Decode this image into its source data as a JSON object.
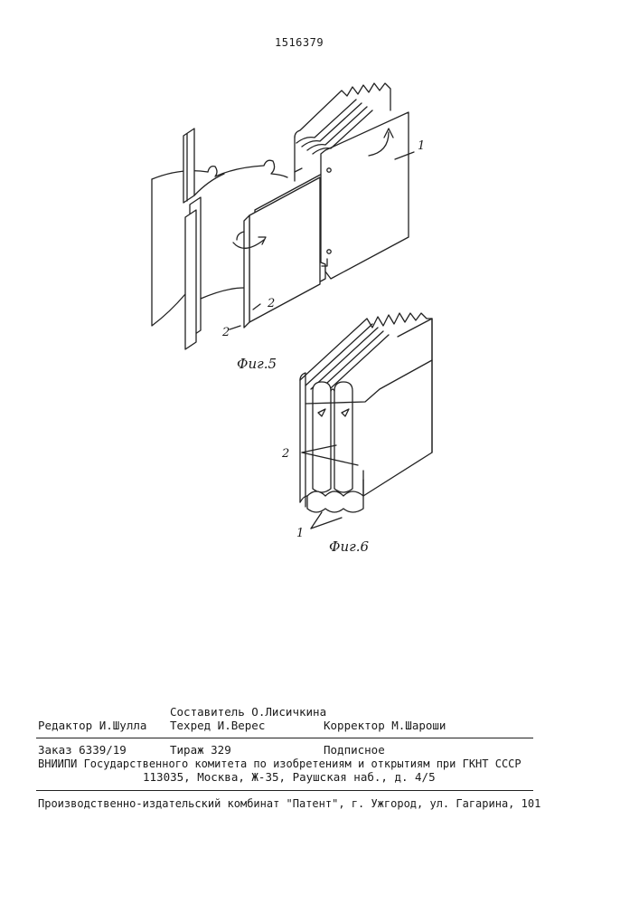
{
  "patent_number": "1516379",
  "figures": [
    {
      "caption": "Фиг.5",
      "labels": [
        "1",
        "2",
        "2"
      ]
    },
    {
      "caption": "Фиг.6",
      "labels": [
        "2",
        "1"
      ]
    }
  ],
  "colophon": {
    "compiler": "Составитель О.Лисичкина",
    "editor": "Редактор И.Шулла",
    "techred": "Техред И.Верес",
    "corrector": "Корректор М.Шароши",
    "order": "Заказ 6339/19",
    "circulation": "Тираж 329",
    "subscription": "Подписное",
    "institute": "ВНИИПИ Государственного комитета по изобретениям и открытиям при ГКНТ СССР",
    "address": "113035, Москва, Ж-35, Раушская наб., д. 4/5",
    "printer": "Производственно-издательский комбинат \"Патент\", г. Ужгород, ул. Гагарина, 101"
  }
}
